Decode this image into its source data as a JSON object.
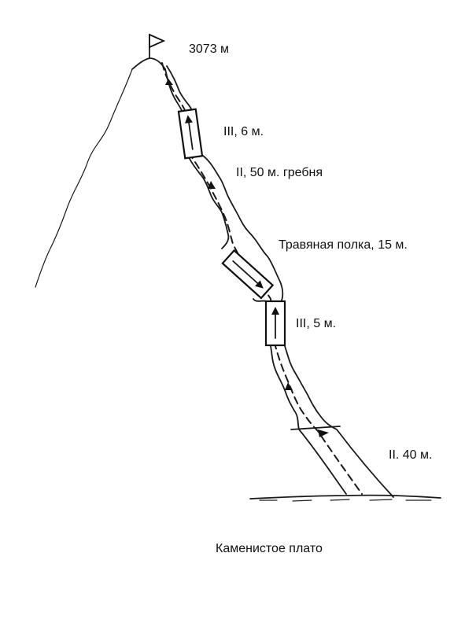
{
  "labels": {
    "summit": "3073 м",
    "pitch_top": "III, 6 м.",
    "ridge": "II, 50 м. гребня",
    "ledge": "Травяная полка, 15 м.",
    "pitch_mid": "III, 5 м.",
    "pitch_bottom": "II. 40 м.",
    "plateau": "Каменистое плато"
  },
  "colors": {
    "ink": "#111111",
    "paper": "#ffffff"
  }
}
